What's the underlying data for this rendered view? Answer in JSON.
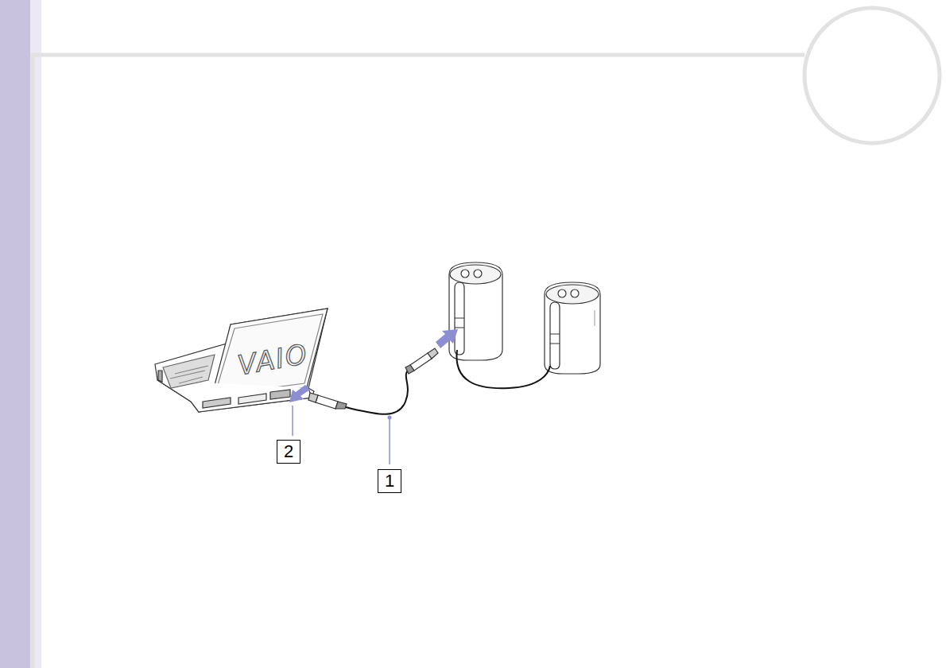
{
  "diagram": {
    "labels": [
      "2",
      "1",
      "VAIO"
    ]
  }
}
